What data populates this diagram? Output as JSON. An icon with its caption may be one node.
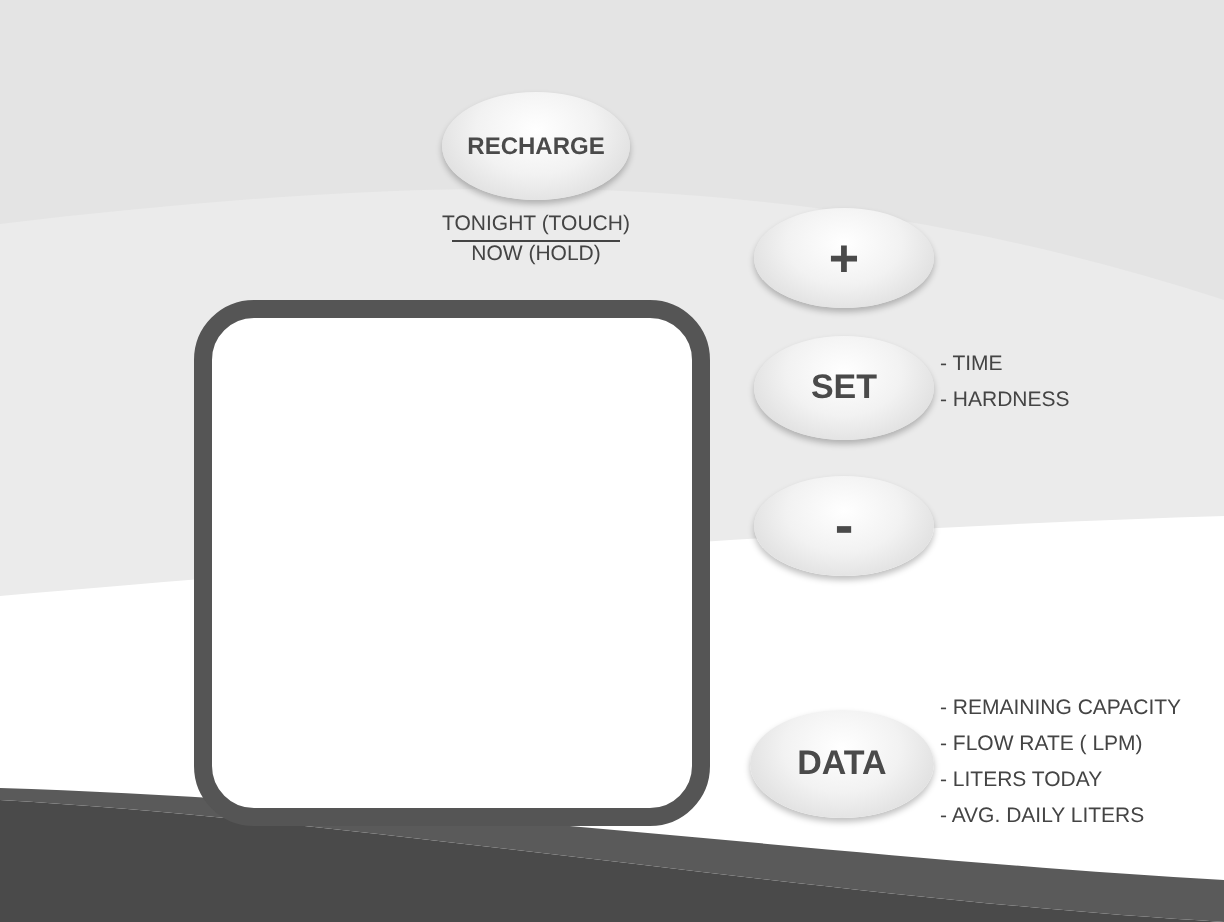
{
  "diagram": {
    "nodes": [
      {
        "text": [
          "RECHARGE"
        ],
        "beside": [
          "TONIGHT (TOUCH)",
          "NOW (HOLD)"
        ]
      },
      {
        "text": [
          "+"
        ]
      },
      {
        "text": [
          "SET"
        ],
        "beside": [
          "- TIME",
          "- HARDNESS"
        ]
      },
      {
        "text": [
          "-"
        ]
      },
      {
        "text": [],
        "shape": "box"
      },
      {
        "text": [
          "DATA"
        ],
        "beside": [
          "- REMAINING CAPACITY",
          "- FLOW RATE ( LPM)",
          "- LITERS TODAY",
          "- AVG. DAILY LITERS"
        ]
      }
    ]
  }
}
